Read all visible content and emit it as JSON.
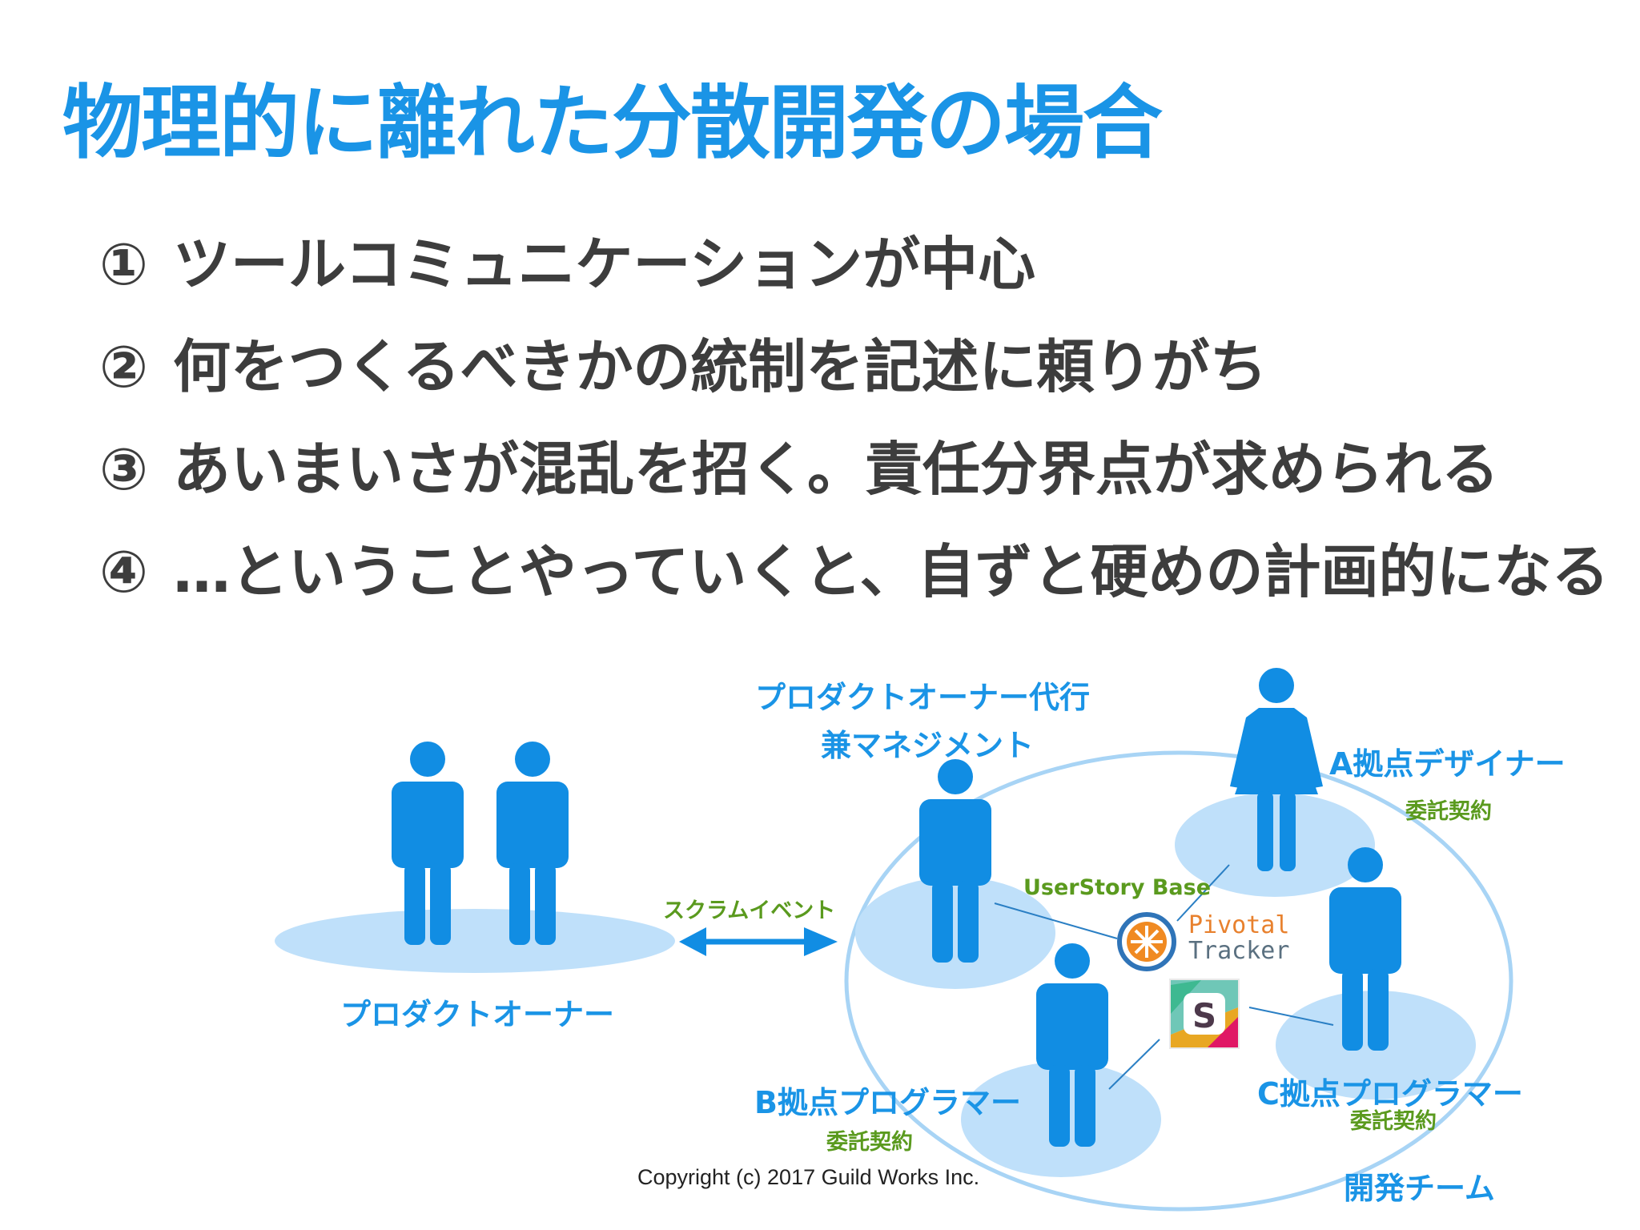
{
  "title": "物理的に離れた分散開発の場合",
  "bullets": [
    {
      "num": "①",
      "text": "ツールコミュニケーションが中心"
    },
    {
      "num": "②",
      "text": "何をつくるべきかの統制を記述に頼りがち"
    },
    {
      "num": "③",
      "text": "あいまいさが混乱を招く。責任分界点が求められる"
    },
    {
      "num": "④",
      "text": "…ということやっていくと、自ずと硬めの計画的になる"
    }
  ],
  "diagram": {
    "product_owner": "プロダクトオーナー",
    "scrum_event": "スクラムイベント",
    "po_proxy_line1": "プロダクトオーナー代行",
    "po_proxy_line2": "兼マネジメント",
    "designer_a": "A拠点デザイナー",
    "designer_a_contract": "委託契約",
    "programmer_b": "B拠点プログラマー",
    "programmer_b_contract": "委託契約",
    "programmer_c": "C拠点プログラマー",
    "programmer_c_contract": "委託契約",
    "dev_team": "開発チーム",
    "userstory": "UserStory Base",
    "pivotal_line1": "Pivotal",
    "pivotal_line2": "Tracker",
    "slack_letter": "S"
  },
  "copyright": "Copyright (c) 2017 Guild Works Inc.",
  "colors": {
    "title": "#1a94e6",
    "person": "#118de3",
    "platform": "#bfe0fa",
    "label_green": "#5a9a1e"
  }
}
